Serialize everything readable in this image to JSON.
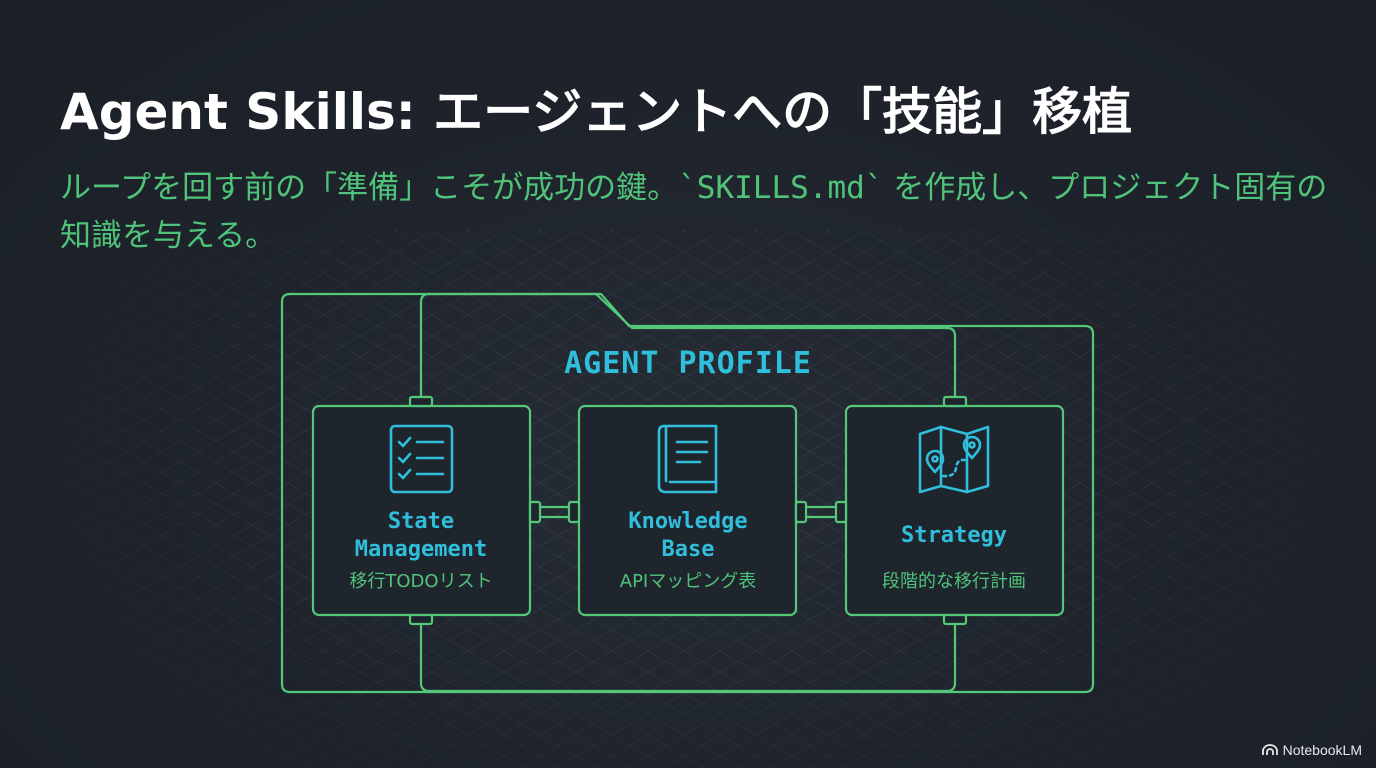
{
  "slide": {
    "title": "Agent Skills: エージェントへの「技能」移植",
    "subtitle_before": "ループを回す前の「準備」こそが成功の鍵。",
    "subtitle_code": "`SKILLS.md`",
    "subtitle_after": " を作成し、プロジェクト固有の知識を与える。"
  },
  "diagram": {
    "folder_label": "AGENT PROFILE",
    "cards": [
      {
        "icon": "checklist-icon",
        "title_line1": "State",
        "title_line2": "Management",
        "description": "移行TODOリスト"
      },
      {
        "icon": "book-icon",
        "title_line1": "Knowledge",
        "title_line2": "Base",
        "description": "APIマッピング表"
      },
      {
        "icon": "map-icon",
        "title_line1": "Strategy",
        "description": "段階的な移行計画"
      }
    ]
  },
  "colors": {
    "background": "#1f242c",
    "title": "#ffffff",
    "accent_green": "#4fc37a",
    "accent_cyan": "#2fbfdc",
    "line_green": "#52c878"
  },
  "branding": {
    "watermark": "NotebookLM"
  }
}
